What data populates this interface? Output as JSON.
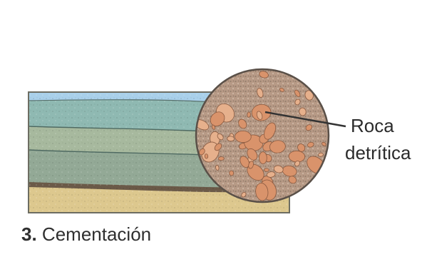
{
  "diagram": {
    "callout": {
      "line1": "Roca",
      "line2": "detrítica"
    },
    "caption": {
      "number": "3.",
      "text": "Cementación"
    },
    "colors": {
      "water": "#a9d0ea",
      "upper_layer": "#8fb9b2",
      "middle_layer": "#a7b99e",
      "lower_layer": "#93a996",
      "dark_band": "#6b5a48",
      "sand": "#ddc88e",
      "outline": "#6d6d62",
      "circle_matrix": "#b79a86",
      "pebble": "#d9936b"
    }
  }
}
